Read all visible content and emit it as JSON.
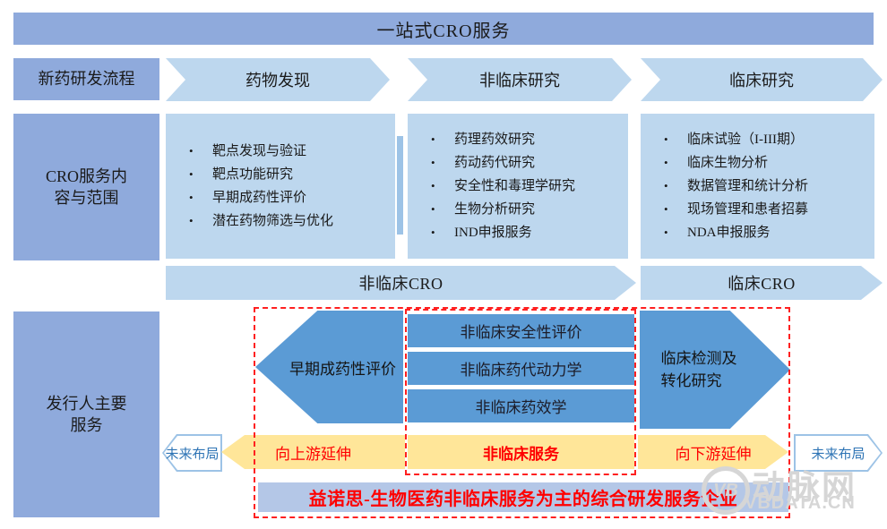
{
  "title_banner": "一站式CRO服务",
  "process_row": {
    "label": "新药研发流程",
    "stages": [
      "药物发现",
      "非临床研究",
      "临床研究"
    ]
  },
  "scope_row": {
    "label": "CRO服务内\n容与范围",
    "bullet": "•",
    "columns": [
      {
        "items": [
          "靶点发现与验证",
          "靶点功能研究",
          "早期成药性评价",
          "潜在药物筛选与优化"
        ]
      },
      {
        "items": [
          "药理药效研究",
          "药动药代研究",
          "安全性和毒理学研究",
          "生物分析研究",
          "IND申报服务"
        ]
      },
      {
        "items": [
          "临床试验（I-III期）",
          "临床生物分析",
          "数据管理和统计分析",
          "现场管理和患者招募",
          "NDA申报服务"
        ]
      }
    ]
  },
  "cro_arrows": [
    "非临床CRO",
    "临床CRO"
  ],
  "services_row": {
    "label": "发行人主要\n服务",
    "left_hexagon": "早期成药性评价",
    "middle_bars": [
      "非临床安全性评价",
      "非临床药代动力学",
      "非临床药效学"
    ],
    "right_hexagon": "临床检测及\n转化研究",
    "extend_upstream": "向上游延伸",
    "nonclinical_service": "非临床服务",
    "extend_downstream": "向下游延伸",
    "future_left": "未来布局",
    "future_right": "未来布局",
    "bottom_banner": "益诺思-生物医药非临床服务为主的综合研发服务企业"
  },
  "watermark": {
    "logo": "VB",
    "name": "动脉网",
    "domain": "VBDATA.CN"
  },
  "colors": {
    "row_label_blue": "#8FAADC",
    "light_blue": "#BDD7EE",
    "stripe_blue": "#9DC3E6",
    "vivid_blue": "#5B9BD5",
    "yellow": "#FFE699",
    "banner_blue": "#B4C7E7",
    "accent_red": "#FF0000",
    "future_text_blue": "#2E74B5",
    "watermark_gray": "#D6D6D6"
  }
}
